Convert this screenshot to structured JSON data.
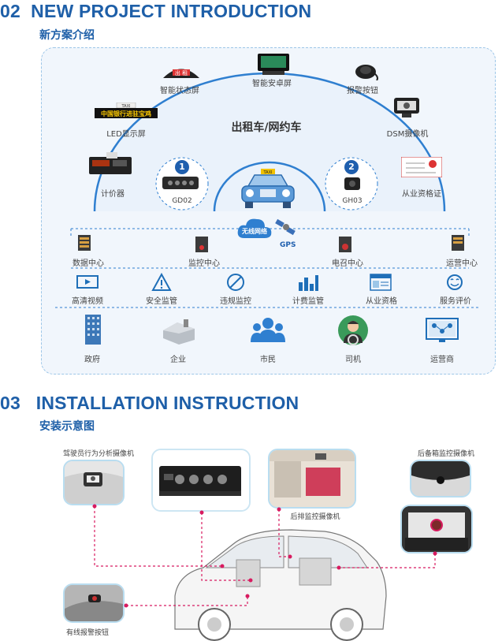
{
  "section02": {
    "number": "02",
    "title": "NEW PROJECT INTRODUCTION",
    "subtitle": "新方案介绍"
  },
  "diagram": {
    "center_title": "出租车/网约车",
    "devices_outer": [
      {
        "id": "status",
        "label": "智能状态屏",
        "screen_text": "出 租"
      },
      {
        "id": "android",
        "label": "智能安卓屏"
      },
      {
        "id": "alarm",
        "label": "报警按钮"
      },
      {
        "id": "led",
        "label": "LED显示屏",
        "screen_text": "中国银行进驻宝鸡"
      },
      {
        "id": "dsm",
        "label": "DSM摄像机"
      },
      {
        "id": "meter",
        "label": "计价器"
      },
      {
        "id": "license",
        "label": "从业资格证"
      }
    ],
    "taxi_sign": "TAXI",
    "led_top": "TAXI",
    "badges": [
      {
        "num": "1",
        "label": "GD02"
      },
      {
        "num": "2",
        "label": "GH03"
      }
    ],
    "network": {
      "cloud": "无线网络",
      "gps": "GPS"
    },
    "centers": [
      "数据中心",
      "监控中心",
      "电召中心",
      "运营中心"
    ],
    "services": [
      "高清视频",
      "安全监管",
      "违规监控",
      "计费监管",
      "从业资格",
      "服务评价"
    ],
    "users": [
      "政府",
      "企业",
      "市民",
      "司机",
      "运营商"
    ]
  },
  "section03": {
    "number": "03",
    "title": "INSTALLATION INSTRUCTION",
    "subtitle": "安装示意图",
    "callouts": [
      {
        "id": "driver_cam",
        "label": "驾驶员行为分析摄像机"
      },
      {
        "id": "rear_cam",
        "label": "后排监控摄像机"
      },
      {
        "id": "trunk_cam",
        "label": "后备箱监控摄像机"
      },
      {
        "id": "alarm_btn",
        "label": "有线报警按钮"
      }
    ]
  },
  "colors": {
    "brand": "#1e5fa8",
    "accent_red": "#d81b60",
    "panel_bg": "#f1f6fc",
    "dash": "#9cc6e8"
  }
}
